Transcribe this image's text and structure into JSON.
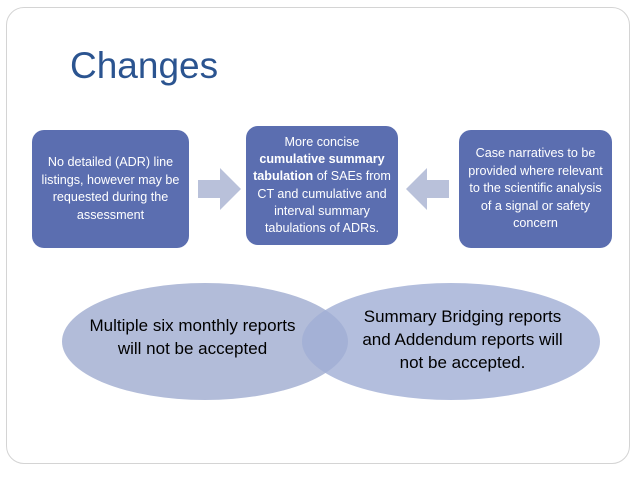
{
  "slide": {
    "title": "Changes",
    "title_color": "#2b5490",
    "background": "#ffffff",
    "frame_border_color": "#d4d4d4"
  },
  "process": {
    "box_fill": "#5b6eb0",
    "box_text_color": "#ffffff",
    "arrow_fill": "#b9c1da",
    "boxes": [
      {
        "id": "box-1",
        "text": "No detailed (ADR) line listings, however may be requested during the assessment"
      },
      {
        "id": "box-2",
        "text_before": "More concise ",
        "text_bold": "cumulative summary tabulation",
        "text_after": " of SAEs from CT and cumulative and interval summary tabulations of ADRs."
      },
      {
        "id": "box-3",
        "text": "Case narratives to be provided where relevant to the scientific analysis of a signal or safety concern"
      }
    ],
    "arrows": [
      {
        "id": "arrow-right",
        "icon": "arrow-right-icon",
        "direction": "right"
      },
      {
        "id": "arrow-left",
        "icon": "arrow-left-icon",
        "direction": "left"
      }
    ]
  },
  "venn": {
    "ellipse_fill": "#b2bcd9",
    "overlap_fill": "#8e9cc8",
    "label_color": "#000000",
    "left": {
      "label": "Multiple six monthly reports will not be accepted"
    },
    "right": {
      "label": "Summary Bridging reports and Addendum reports will not be accepted."
    }
  }
}
